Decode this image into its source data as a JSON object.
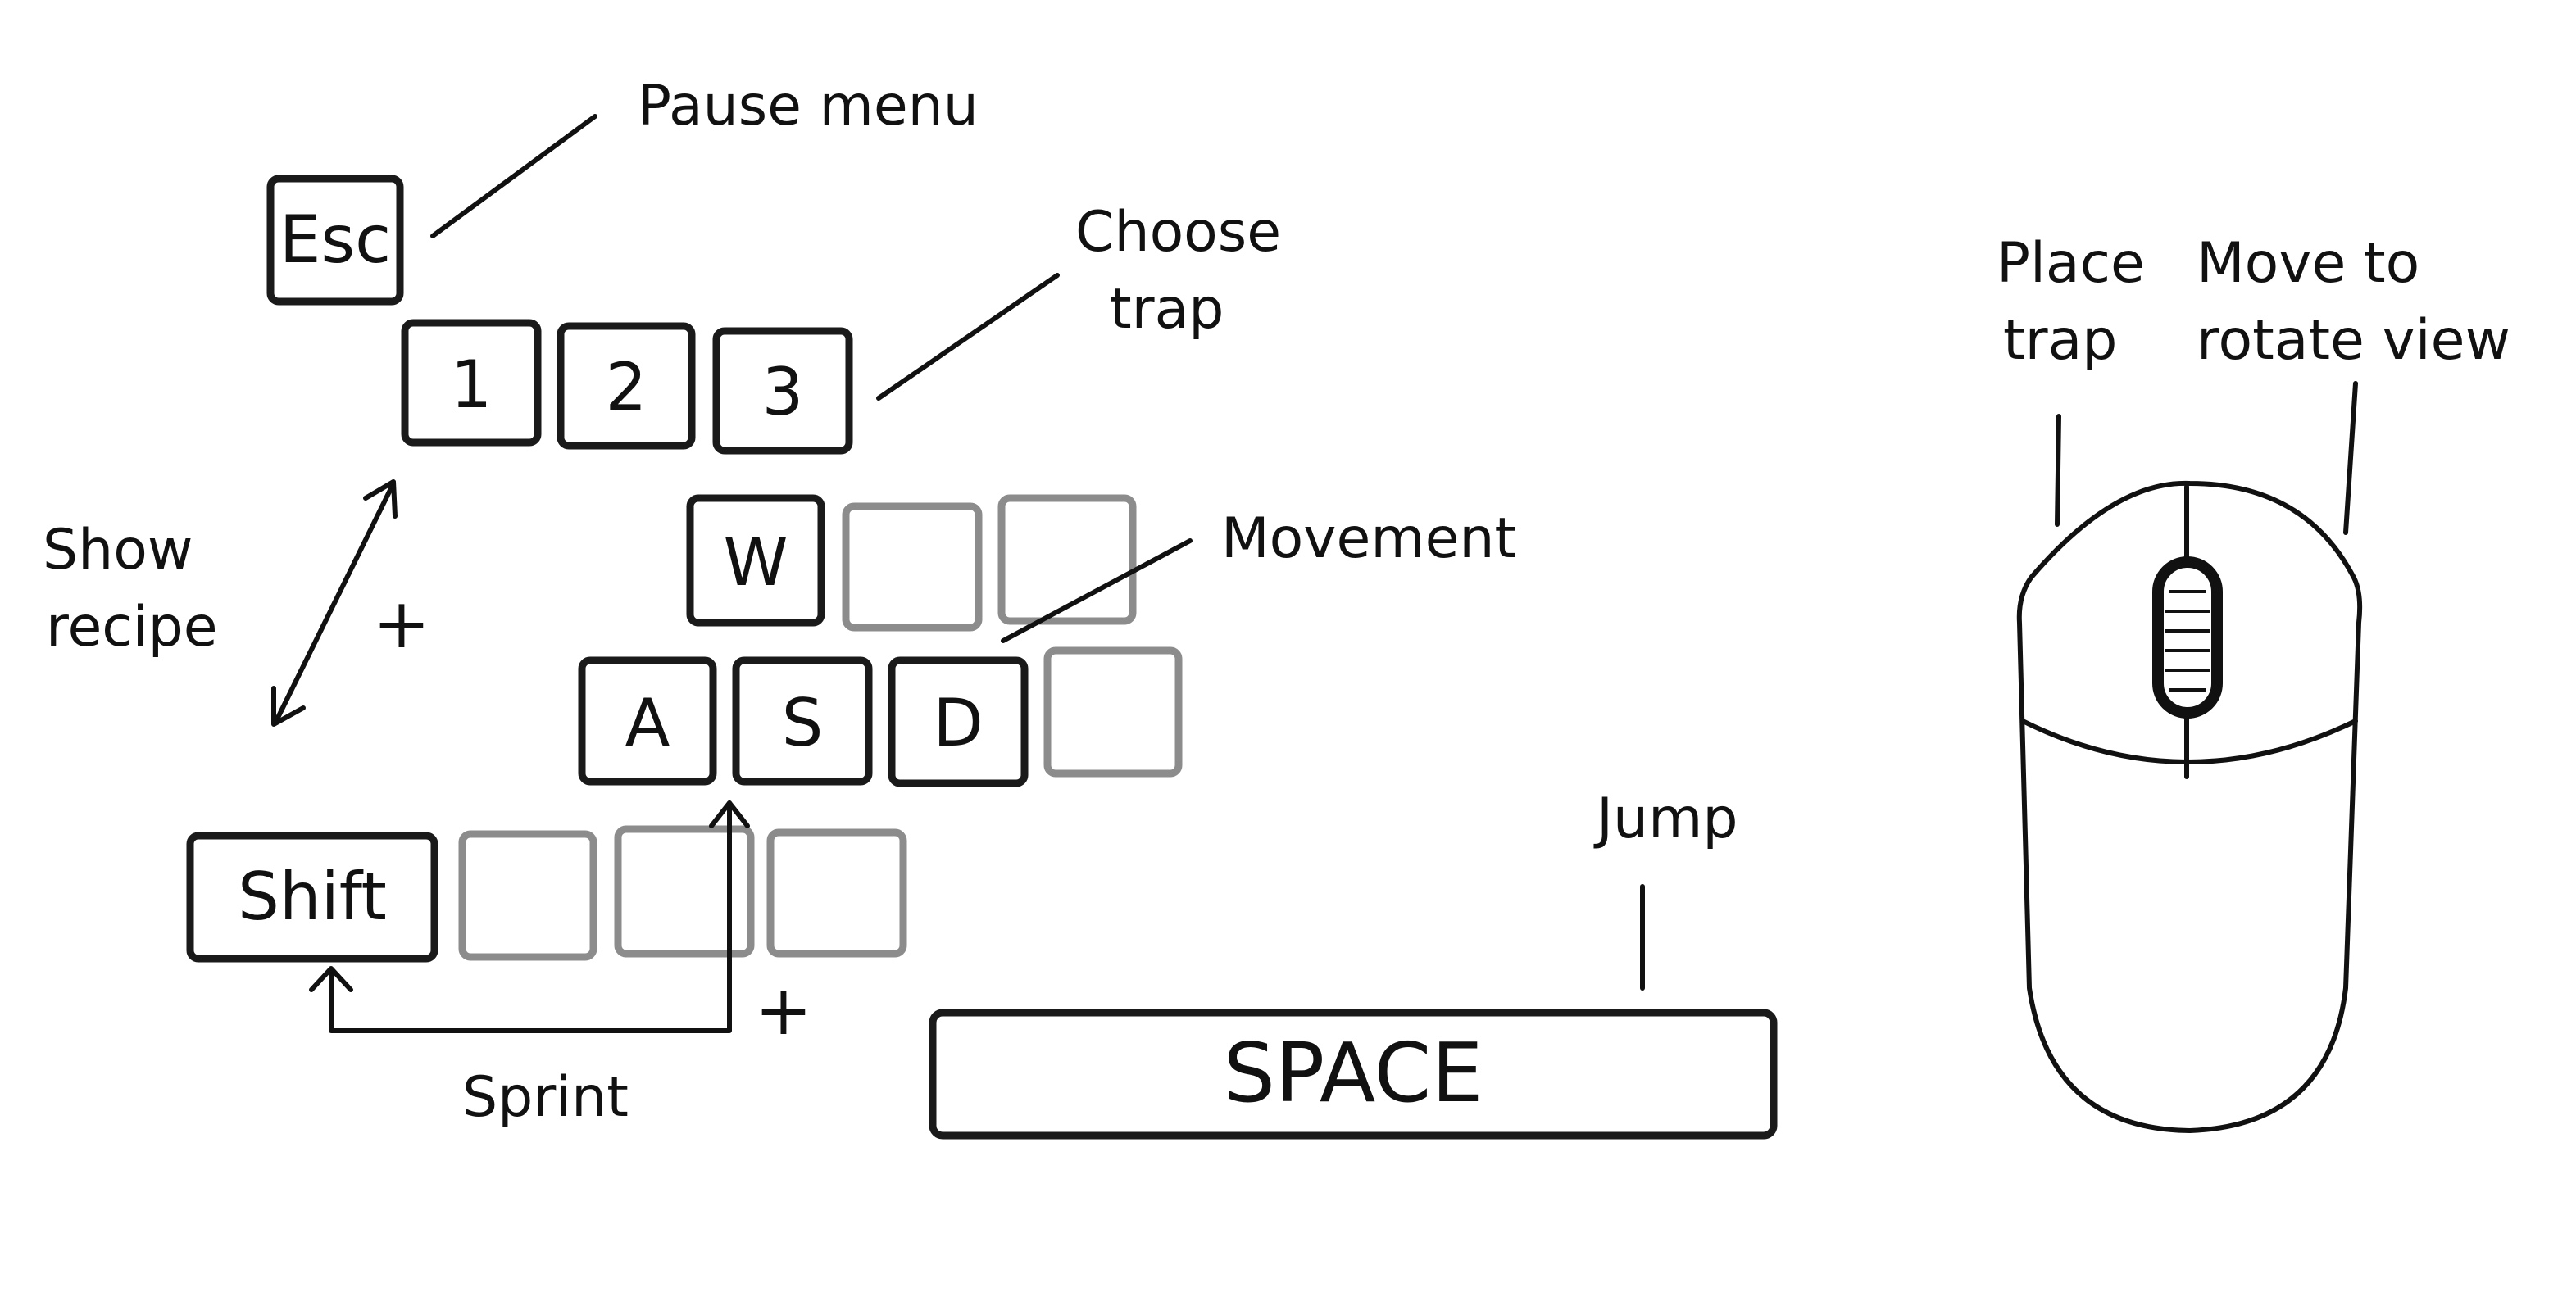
{
  "labels": {
    "pause_menu": "Pause menu",
    "choose_trap": [
      "Choose",
      "trap"
    ],
    "show_recipe": [
      "Show",
      "recipe"
    ],
    "movement": "Movement",
    "sprint": "Sprint",
    "jump": "Jump",
    "place_trap": [
      "Place",
      "trap"
    ],
    "rotate_view": [
      "Move to",
      "rotate view"
    ],
    "plus": "+"
  },
  "keys": {
    "esc": "Esc",
    "one": "1",
    "two": "2",
    "three": "3",
    "w": "W",
    "a": "A",
    "s": "S",
    "d": "D",
    "shift": "Shift",
    "space": "SPACE"
  },
  "colors": {
    "ink": "#111111",
    "inactive_key": "#8c8c8c",
    "background": "#ffffff"
  }
}
